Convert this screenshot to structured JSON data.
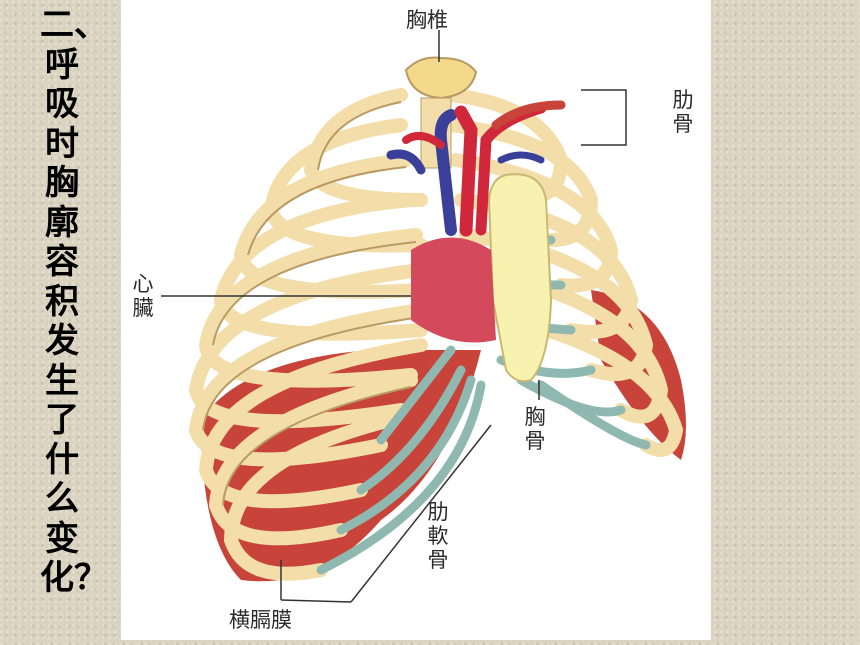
{
  "title": "二、呼吸时胸廓容积发生了什么变化？",
  "diagram": {
    "labels": {
      "vertebra": "胸椎",
      "ribs": "肋骨",
      "heart": "心臟",
      "sternum": "胸骨",
      "costal_cartilage": "肋軟骨",
      "diaphragm": "横膈膜"
    }
  },
  "colors": {
    "background": "#d9d3c0",
    "bone": "#f3deaa",
    "cartilage": "#8fb9b0",
    "muscle": "#c8443a",
    "artery": "#d0283a",
    "vein": "#3a3f9a"
  }
}
